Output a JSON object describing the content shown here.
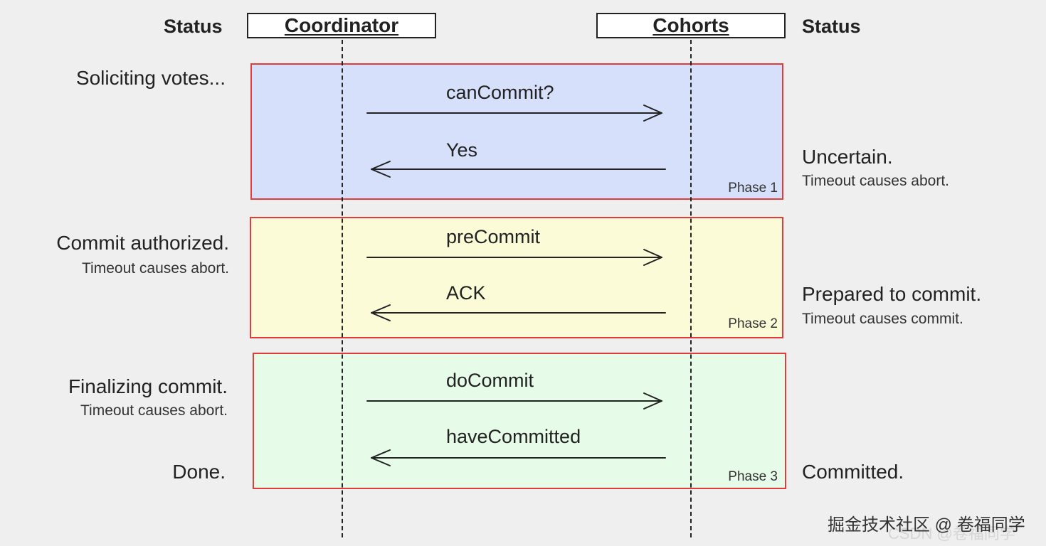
{
  "headers": {
    "left_status": "Status",
    "coordinator": "Coordinator",
    "cohorts": "Cohorts",
    "right_status": "Status"
  },
  "phases": [
    {
      "label": "Phase 1",
      "request": "canCommit?",
      "response": "Yes",
      "left_status": "Soliciting votes...",
      "left_sub": "",
      "right_status": "Uncertain.",
      "right_sub": "Timeout causes abort."
    },
    {
      "label": "Phase 2",
      "request": "preCommit",
      "response": "ACK",
      "left_status": "Commit authorized.",
      "left_sub": "Timeout causes abort.",
      "right_status": "Prepared to commit.",
      "right_sub": "Timeout causes commit."
    },
    {
      "label": "Phase 3",
      "request": "doCommit",
      "response": "haveCommitted",
      "left_status": "Finalizing commit.",
      "left_sub": "Timeout causes abort.",
      "left_status_end": "Done.",
      "right_status": "Committed.",
      "right_sub": ""
    }
  ],
  "watermark": {
    "text": "掘金技术社区 @ 卷福同学",
    "shadow": "CSDN @卷福同学"
  },
  "colors": {
    "phase1_fill": "#d6e0fb",
    "phase2_fill": "#fbfbd8",
    "phase3_fill": "#e6fbe8",
    "phase_border": "#e23b3b"
  }
}
